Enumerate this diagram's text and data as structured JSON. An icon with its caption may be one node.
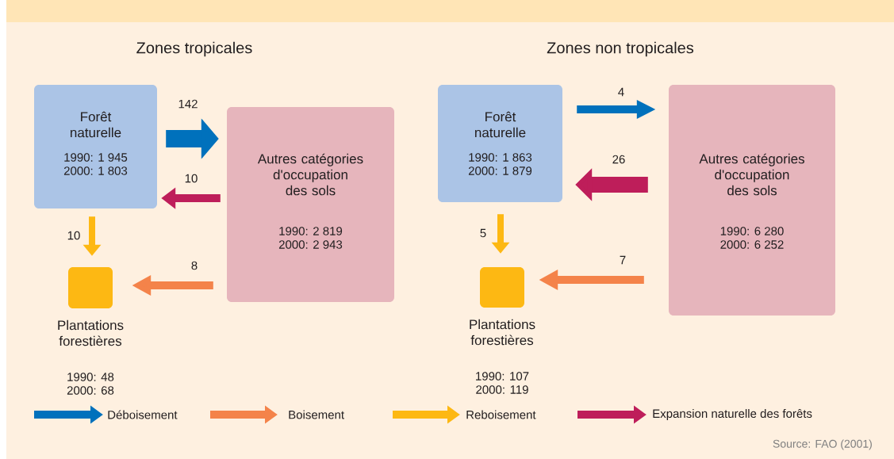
{
  "diagram": {
    "nodes": [
      {
        "text": [
          "Forêt naturelle",
          "1990: 1 945",
          "2000: 1 803"
        ]
      },
      {
        "text": [
          "Autres catégories d'occupation des sols",
          "1990: 2 819",
          "2000: 2 943"
        ]
      },
      {
        "text": [
          "Plantations forestières",
          "1990: 48",
          "2000: 68"
        ]
      },
      {
        "text": [
          "Forêt naturelle",
          "1990: 1 863",
          "2000: 1 879"
        ]
      },
      {
        "text": [
          "Autres catégories d'occupation des sols",
          "1990: 6 280",
          "2000: 6 252"
        ]
      },
      {
        "text": [
          "Plantations forestières",
          "1990: 107",
          "2000: 119"
        ]
      }
    ],
    "edges": [
      {
        "from": 0,
        "to": 1,
        "arrow": "to",
        "label": "142",
        "color": "#0071bc",
        "style": "thick"
      },
      {
        "from": 1,
        "to": 0,
        "arrow": "to",
        "label": "10",
        "color": "#be1e5a"
      },
      {
        "from": 0,
        "to": 2,
        "arrow": "to",
        "label": "10",
        "color": "#fdb813"
      },
      {
        "from": 1,
        "to": 2,
        "arrow": "to",
        "label": "8",
        "color": "#f4834a"
      },
      {
        "from": 3,
        "to": 4,
        "arrow": "to",
        "label": "4",
        "color": "#0071bc"
      },
      {
        "from": 4,
        "to": 3,
        "arrow": "to",
        "label": "26",
        "color": "#be1e5a",
        "style": "thick"
      },
      {
        "from": 3,
        "to": 5,
        "arrow": "to",
        "label": "5",
        "color": "#fdb813"
      },
      {
        "from": 4,
        "to": 5,
        "arrow": "to",
        "label": "7",
        "color": "#f4834a"
      }
    ],
    "labels": [
      "Zones tropicales",
      "Zones non tropicales",
      "Source: FAO (2001)"
    ],
    "legend": [
      {
        "text": "Déboisement",
        "color": "#0071bc"
      },
      {
        "text": "Boisement",
        "color": "#f4834a"
      },
      {
        "text": "Reboisement",
        "color": "#fdb813"
      },
      {
        "text": "Expansion naturelle des forêts",
        "color": "#be1e5a"
      }
    ]
  }
}
